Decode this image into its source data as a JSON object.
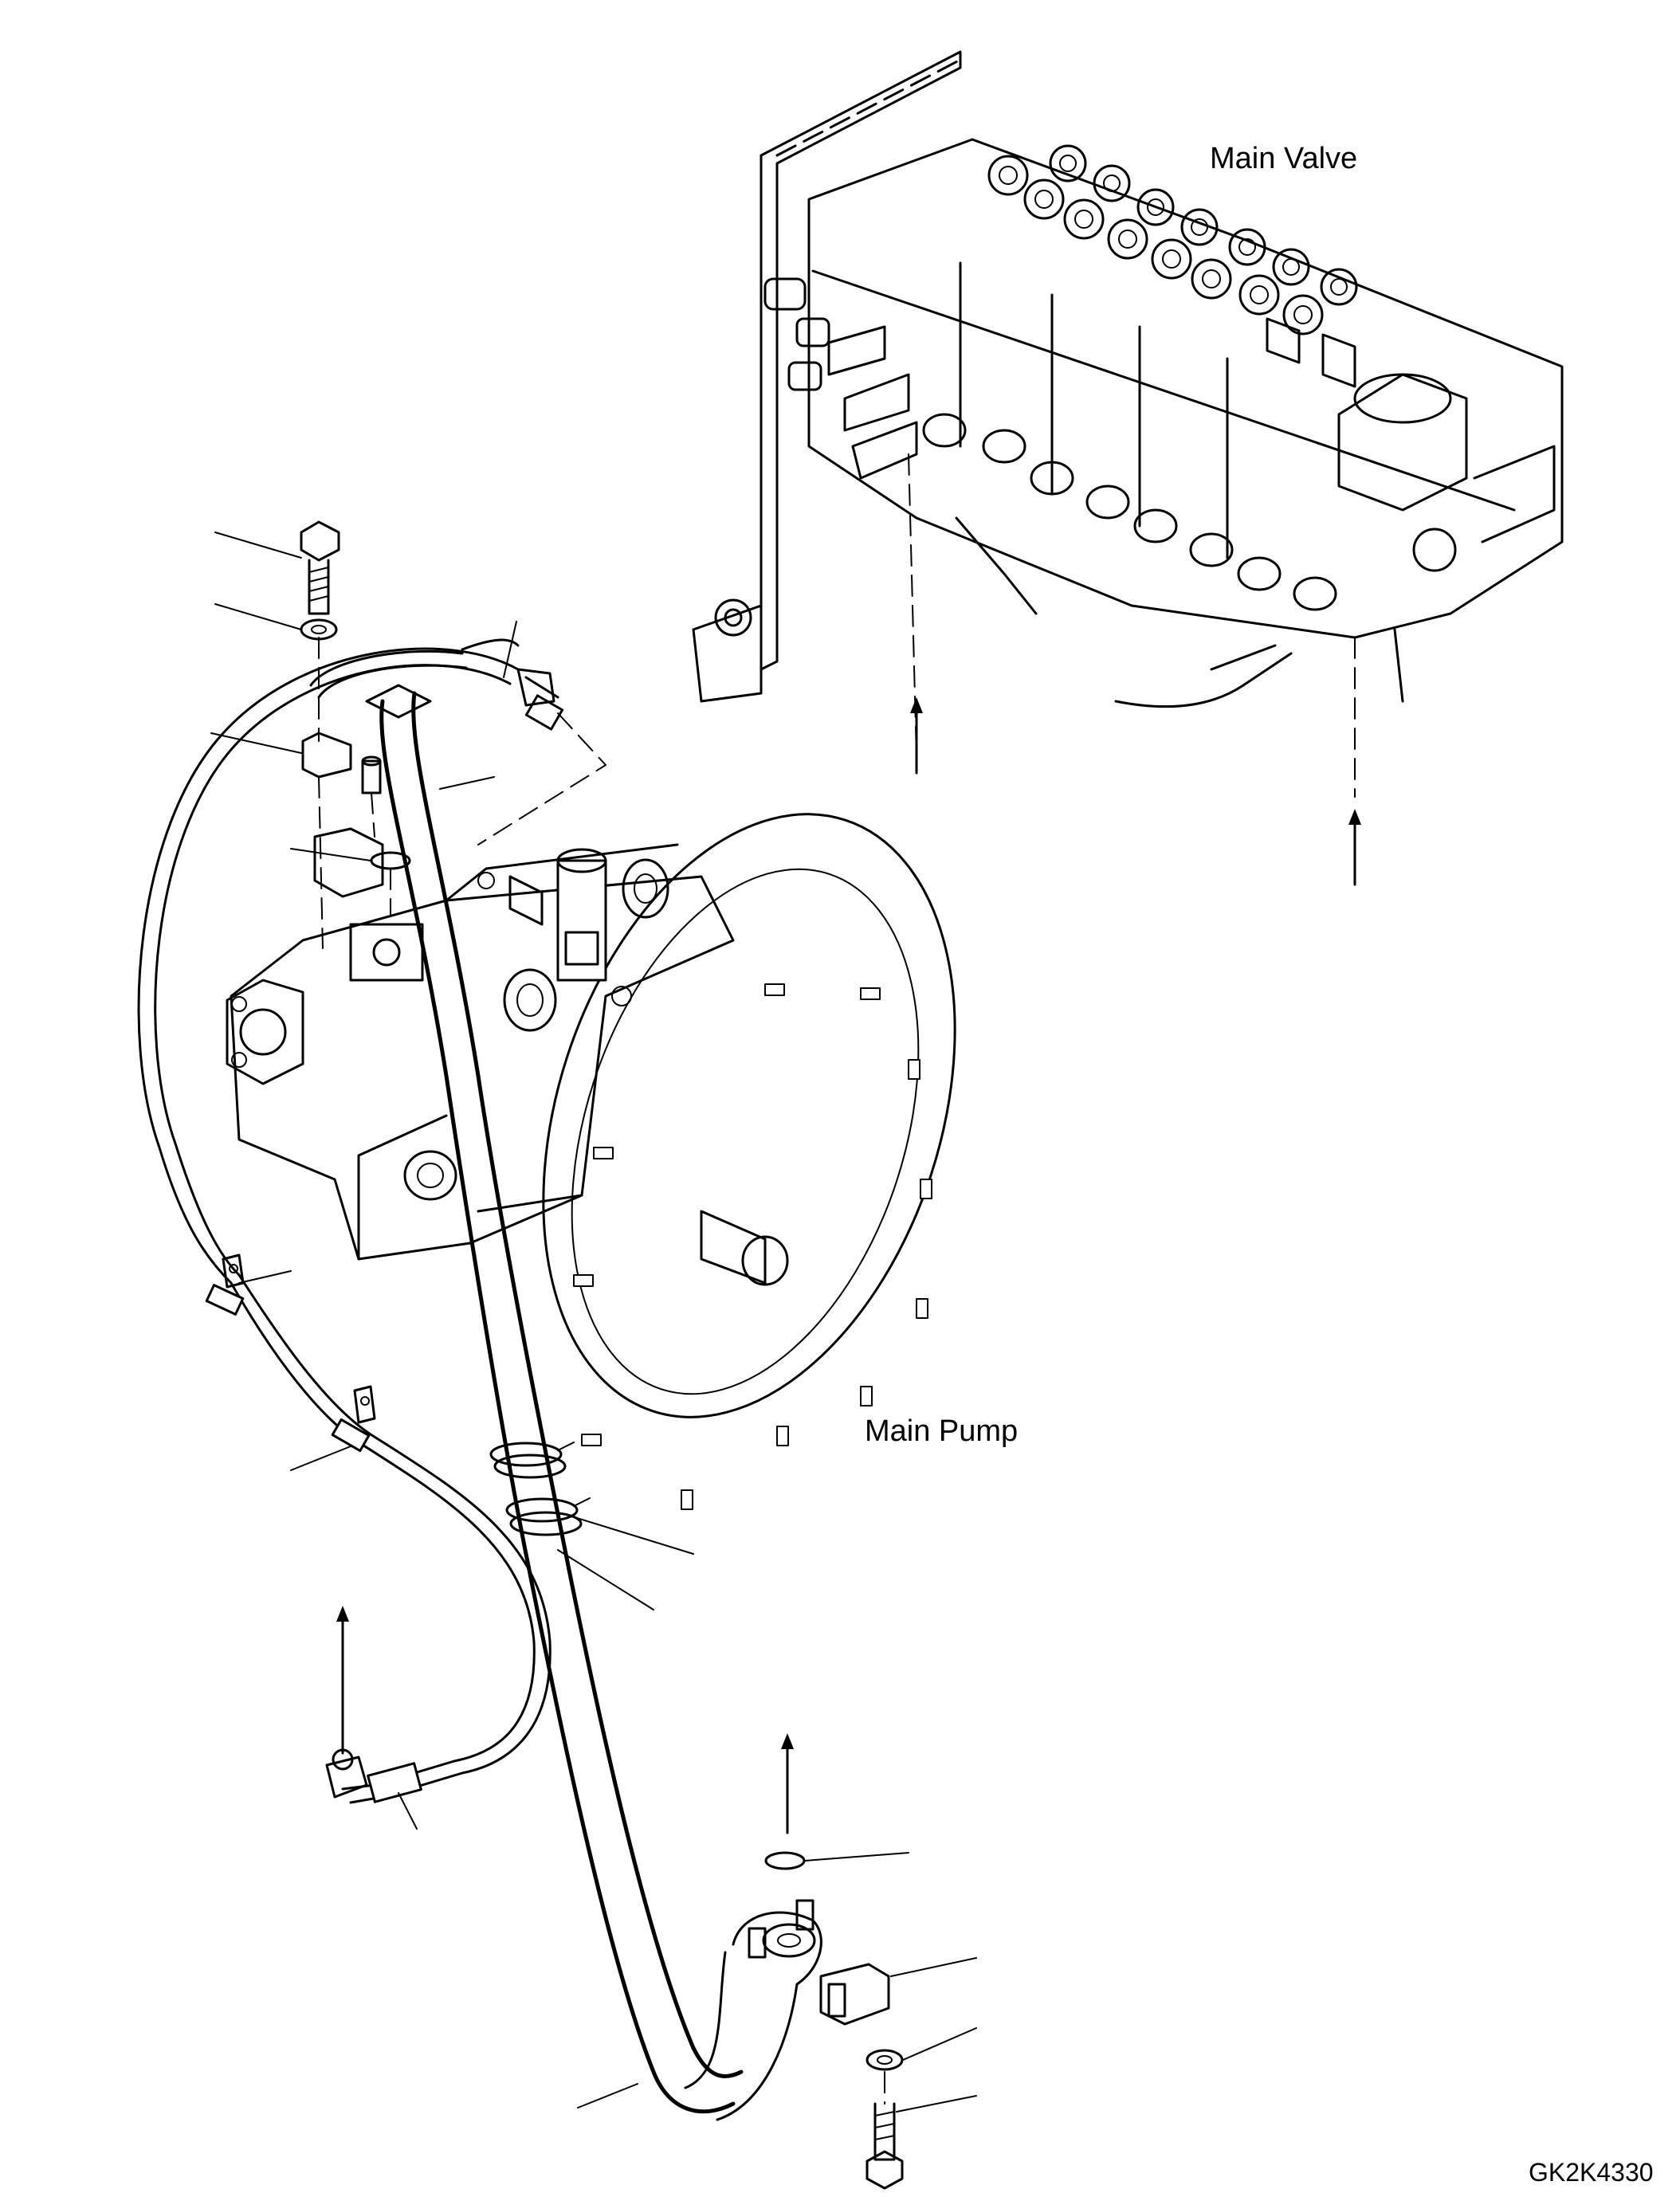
{
  "labels": {
    "main_valve": "Main Valve",
    "main_pump": "Main Pump",
    "drawing_code": "GK2K4330"
  },
  "line_color": "#000000",
  "background": "#ffffff"
}
